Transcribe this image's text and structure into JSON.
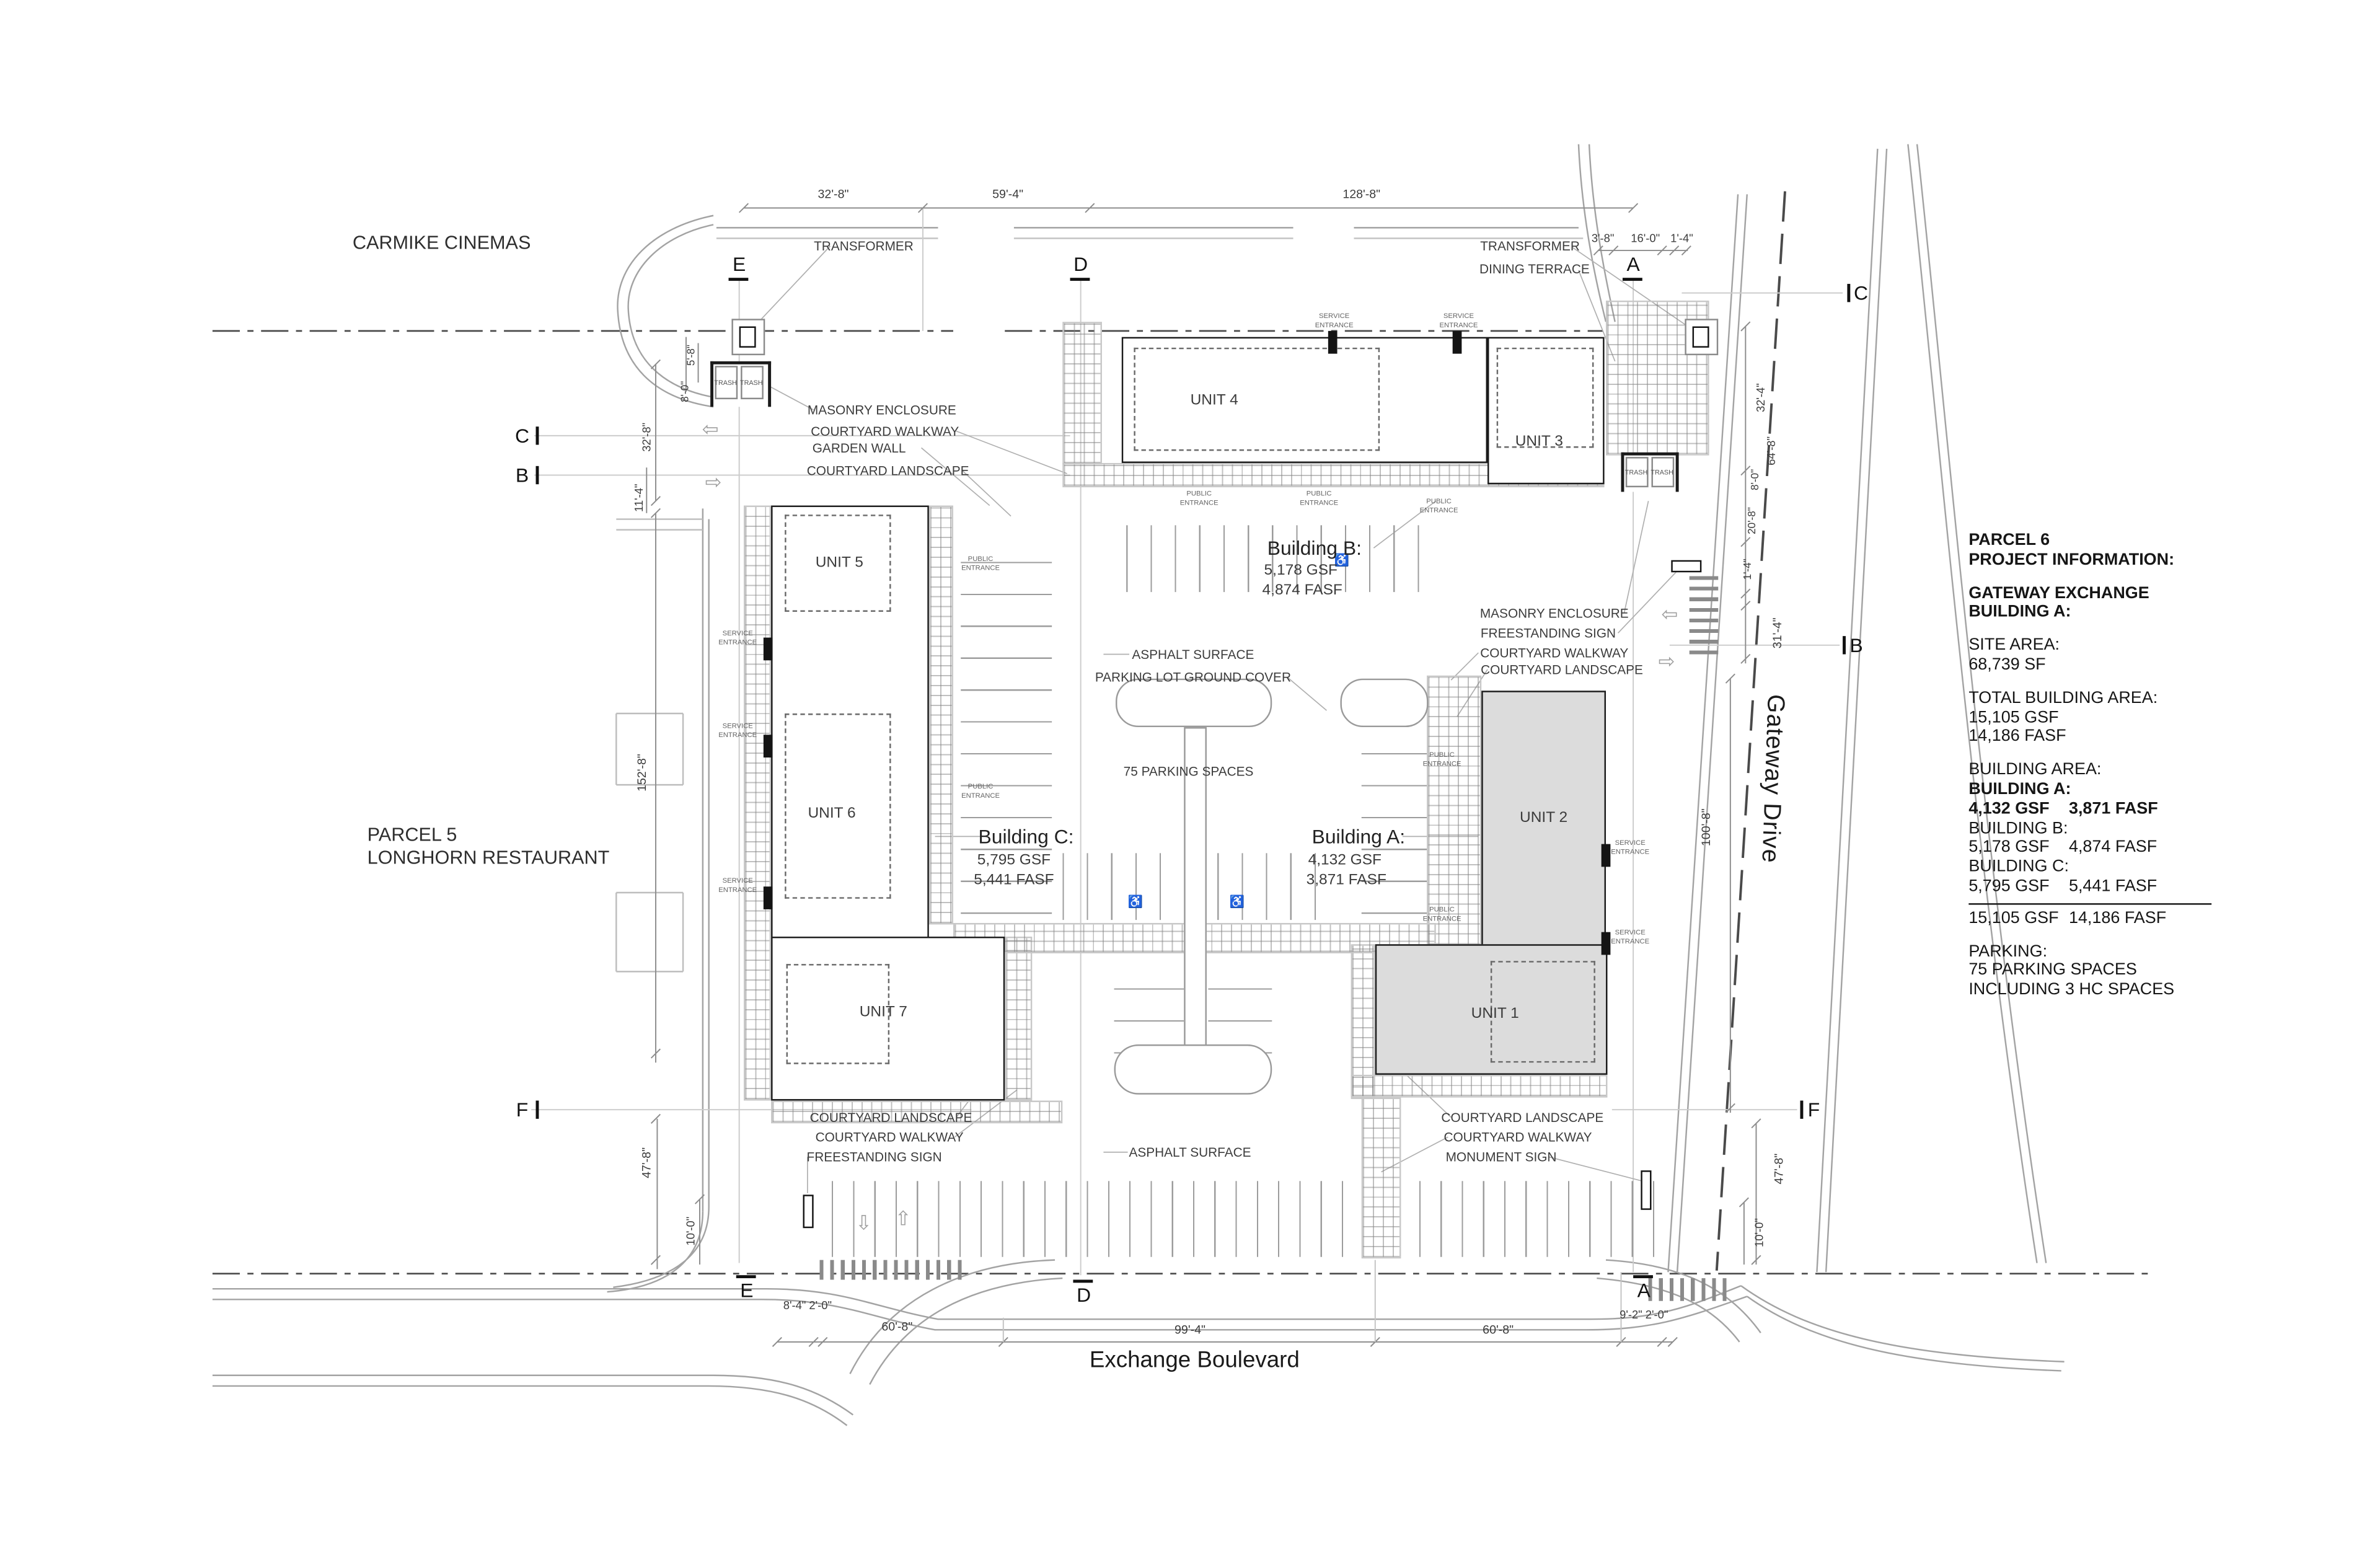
{
  "site": {
    "carmike": "CARMIKE CINEMAS",
    "parcel5_line1": "PARCEL 5",
    "parcel5_line2": "LONGHORN RESTAURANT",
    "gateway_drive": "Gateway Drive",
    "exchange_blvd": "Exchange Boulevard"
  },
  "units": {
    "u1": "UNIT 1",
    "u2": "UNIT 2",
    "u3": "UNIT 3",
    "u4": "UNIT 4",
    "u5": "UNIT 5",
    "u6": "UNIT 6",
    "u7": "UNIT 7"
  },
  "buildings": {
    "a": {
      "title": "Building A:",
      "gsf": "4,132 GSF",
      "fasf": "3,871 FASF"
    },
    "b": {
      "title": "Building B:",
      "gsf": "5,178 GSF",
      "fasf": "4,874 FASF"
    },
    "c": {
      "title": "Building C:",
      "gsf": "5,795 GSF",
      "fasf": "5,441 FASF"
    }
  },
  "callouts": {
    "transformer": "TRANSFORMER",
    "dining_terrace": "DINING TERRACE",
    "masonry_enclosure": "MASONRY ENCLOSURE",
    "courtyard_walkway": "COURTYARD WALKWAY",
    "garden_wall": "GARDEN WALL",
    "courtyard_landscape": "COURTYARD LANDSCAPE",
    "freestanding_sign": "FREESTANDING SIGN",
    "monument_sign": "MONUMENT SIGN",
    "asphalt_surface": "ASPHALT SURFACE",
    "parking_ground_cover": "PARKING LOT GROUND COVER",
    "parking_spaces": "75 PARKING SPACES",
    "service_entrance": "SERVICE ENTRANCE",
    "public_entrance": "PUBLIC ENTRANCE",
    "trash": "TRASH"
  },
  "markers": {
    "e": "E",
    "d": "D",
    "a": "A",
    "b": "B",
    "c": "C",
    "f": "F"
  },
  "dims": {
    "top": [
      "32'-8\"",
      "59'-4\"",
      "128'-8\""
    ],
    "top_right": [
      "3'-8\"",
      "16'-0\"",
      "1'-4\""
    ],
    "left": [
      "5'-8\"",
      "8'-0\"",
      "32'-8\"",
      "11'-4\"",
      "152'-8\"",
      "47'-8\"",
      "10'-0\""
    ],
    "right": [
      "32'-4\"",
      "64'-8\"",
      "8'-0\"",
      "20'-8\"",
      "1'-4\"",
      "31'-4\"",
      "100'-8\"",
      "47'-8\"",
      "10'-0\""
    ],
    "bottom": [
      "8'-4\" 2'-0\"",
      "60'-8\"",
      "99'-4\"",
      "60'-8\"",
      "9'-2\" 2'-0\""
    ]
  },
  "info_panel": {
    "header1": "PARCEL 6",
    "header2": "PROJECT INFORMATION:",
    "project1": "GATEWAY EXCHANGE",
    "project2": "BUILDING A:",
    "site_area_label": "SITE AREA:",
    "site_area_value": "68,739 SF",
    "total_label": "TOTAL BUILDING AREA:",
    "total_gsf": "15,105 GSF",
    "total_fasf": "14,186 FASF",
    "area_label": "BUILDING AREA:",
    "rows": [
      {
        "name": "BUILDING A:",
        "gsf": "4,132 GSF",
        "fasf": "3,871 FASF"
      },
      {
        "name": "BUILDING B:",
        "gsf": "5,178 GSF",
        "fasf": "4,874 FASF"
      },
      {
        "name": "BUILDING C:",
        "gsf": "5,795 GSF",
        "fasf": "5,441 FASF"
      }
    ],
    "sum_gsf": "15,105 GSF",
    "sum_fasf": "14,186 FASF",
    "parking_label": "PARKING:",
    "parking_line1": "75 PARKING SPACES",
    "parking_line2": "INCLUDING 3 HC SPACES"
  }
}
